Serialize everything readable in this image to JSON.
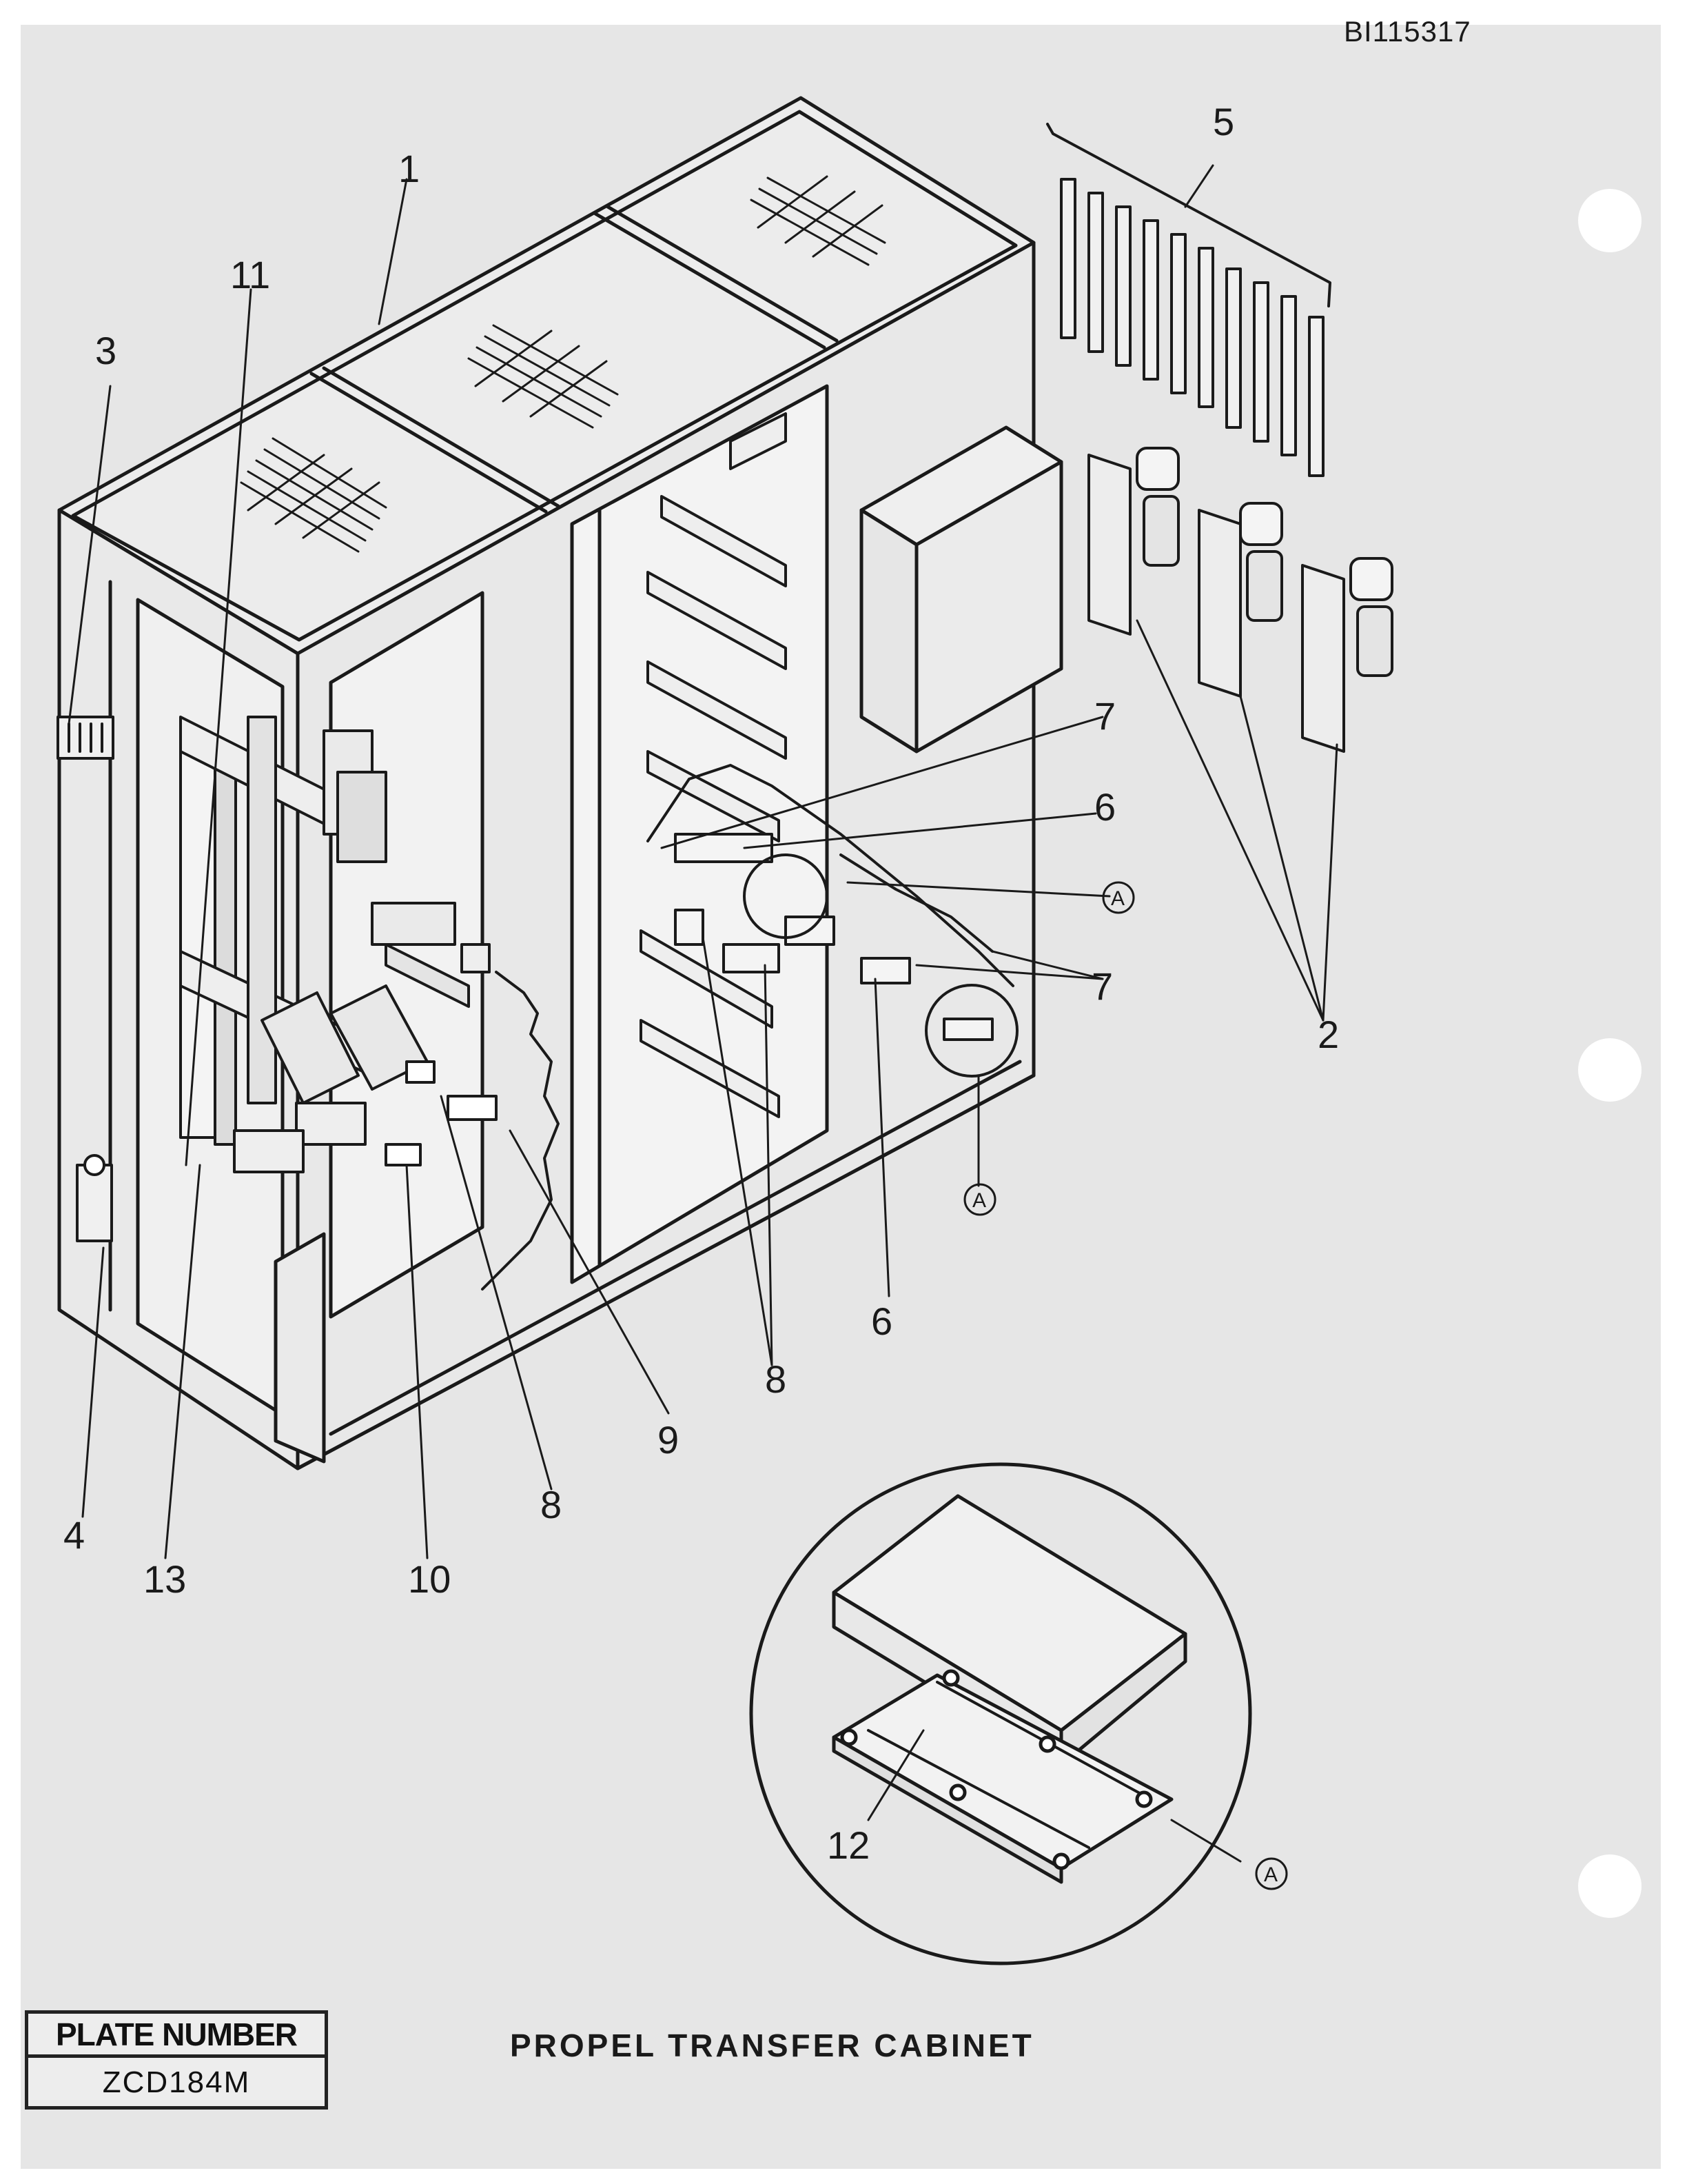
{
  "document_id": "BI115317",
  "caption": "PROPEL TRANSFER CABINET",
  "plate": {
    "label": "PLATE NUMBER",
    "number": "ZCD184M"
  },
  "callouts": {
    "c1": "1",
    "c2": "2",
    "c3": "3",
    "c4": "4",
    "c5": "5",
    "c6a": "6",
    "c6b": "6",
    "c7a": "7",
    "c7b": "7",
    "c8a": "8",
    "c8b": "8",
    "c9": "9",
    "c10": "10",
    "c11": "11",
    "c12": "12",
    "c13": "13",
    "detail_a1": "A",
    "detail_a2": "A",
    "detail_a3": "A"
  },
  "colors": {
    "ink": "#1a1a1a",
    "paper": "#e6e6e6"
  }
}
